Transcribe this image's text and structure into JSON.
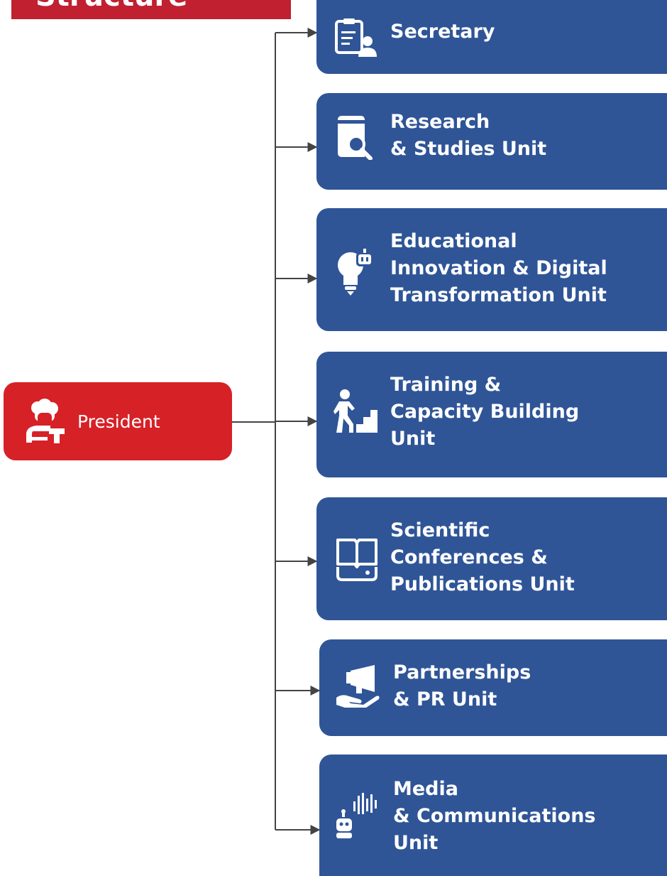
{
  "header": {
    "title": "Structure"
  },
  "president": {
    "label": "President",
    "icon": "president-person-gavel-icon"
  },
  "units": [
    {
      "id": "secretary",
      "lines": [
        "Secretary"
      ],
      "icon": "clipboard-person-icon"
    },
    {
      "id": "research",
      "lines": [
        "Research",
        "& Studies Unit"
      ],
      "icon": "document-search-icon"
    },
    {
      "id": "innovation",
      "lines": [
        "Educational",
        "Innovation & Digital",
        "Transformation Unit"
      ],
      "icon": "lightbulb-robot-icon"
    },
    {
      "id": "training",
      "lines": [
        "Training &",
        "Capacity Building",
        "Unit"
      ],
      "icon": "person-climbing-stairs-icon"
    },
    {
      "id": "conferences",
      "lines": [
        "Scientific",
        "Conferences &",
        "Publications Unit"
      ],
      "icon": "open-book-tablet-icon"
    },
    {
      "id": "partnerships",
      "lines": [
        "Partnerships",
        "& PR Unit"
      ],
      "icon": "megaphone-hand-icon"
    },
    {
      "id": "media",
      "lines": [
        "Media",
        "& Communications",
        "Unit"
      ],
      "icon": "robot-soundwave-icon"
    }
  ],
  "colors": {
    "header": "#c0202f",
    "president": "#d62127",
    "unit": "#2f5597",
    "connector": "#444444",
    "text": "#ffffff"
  }
}
